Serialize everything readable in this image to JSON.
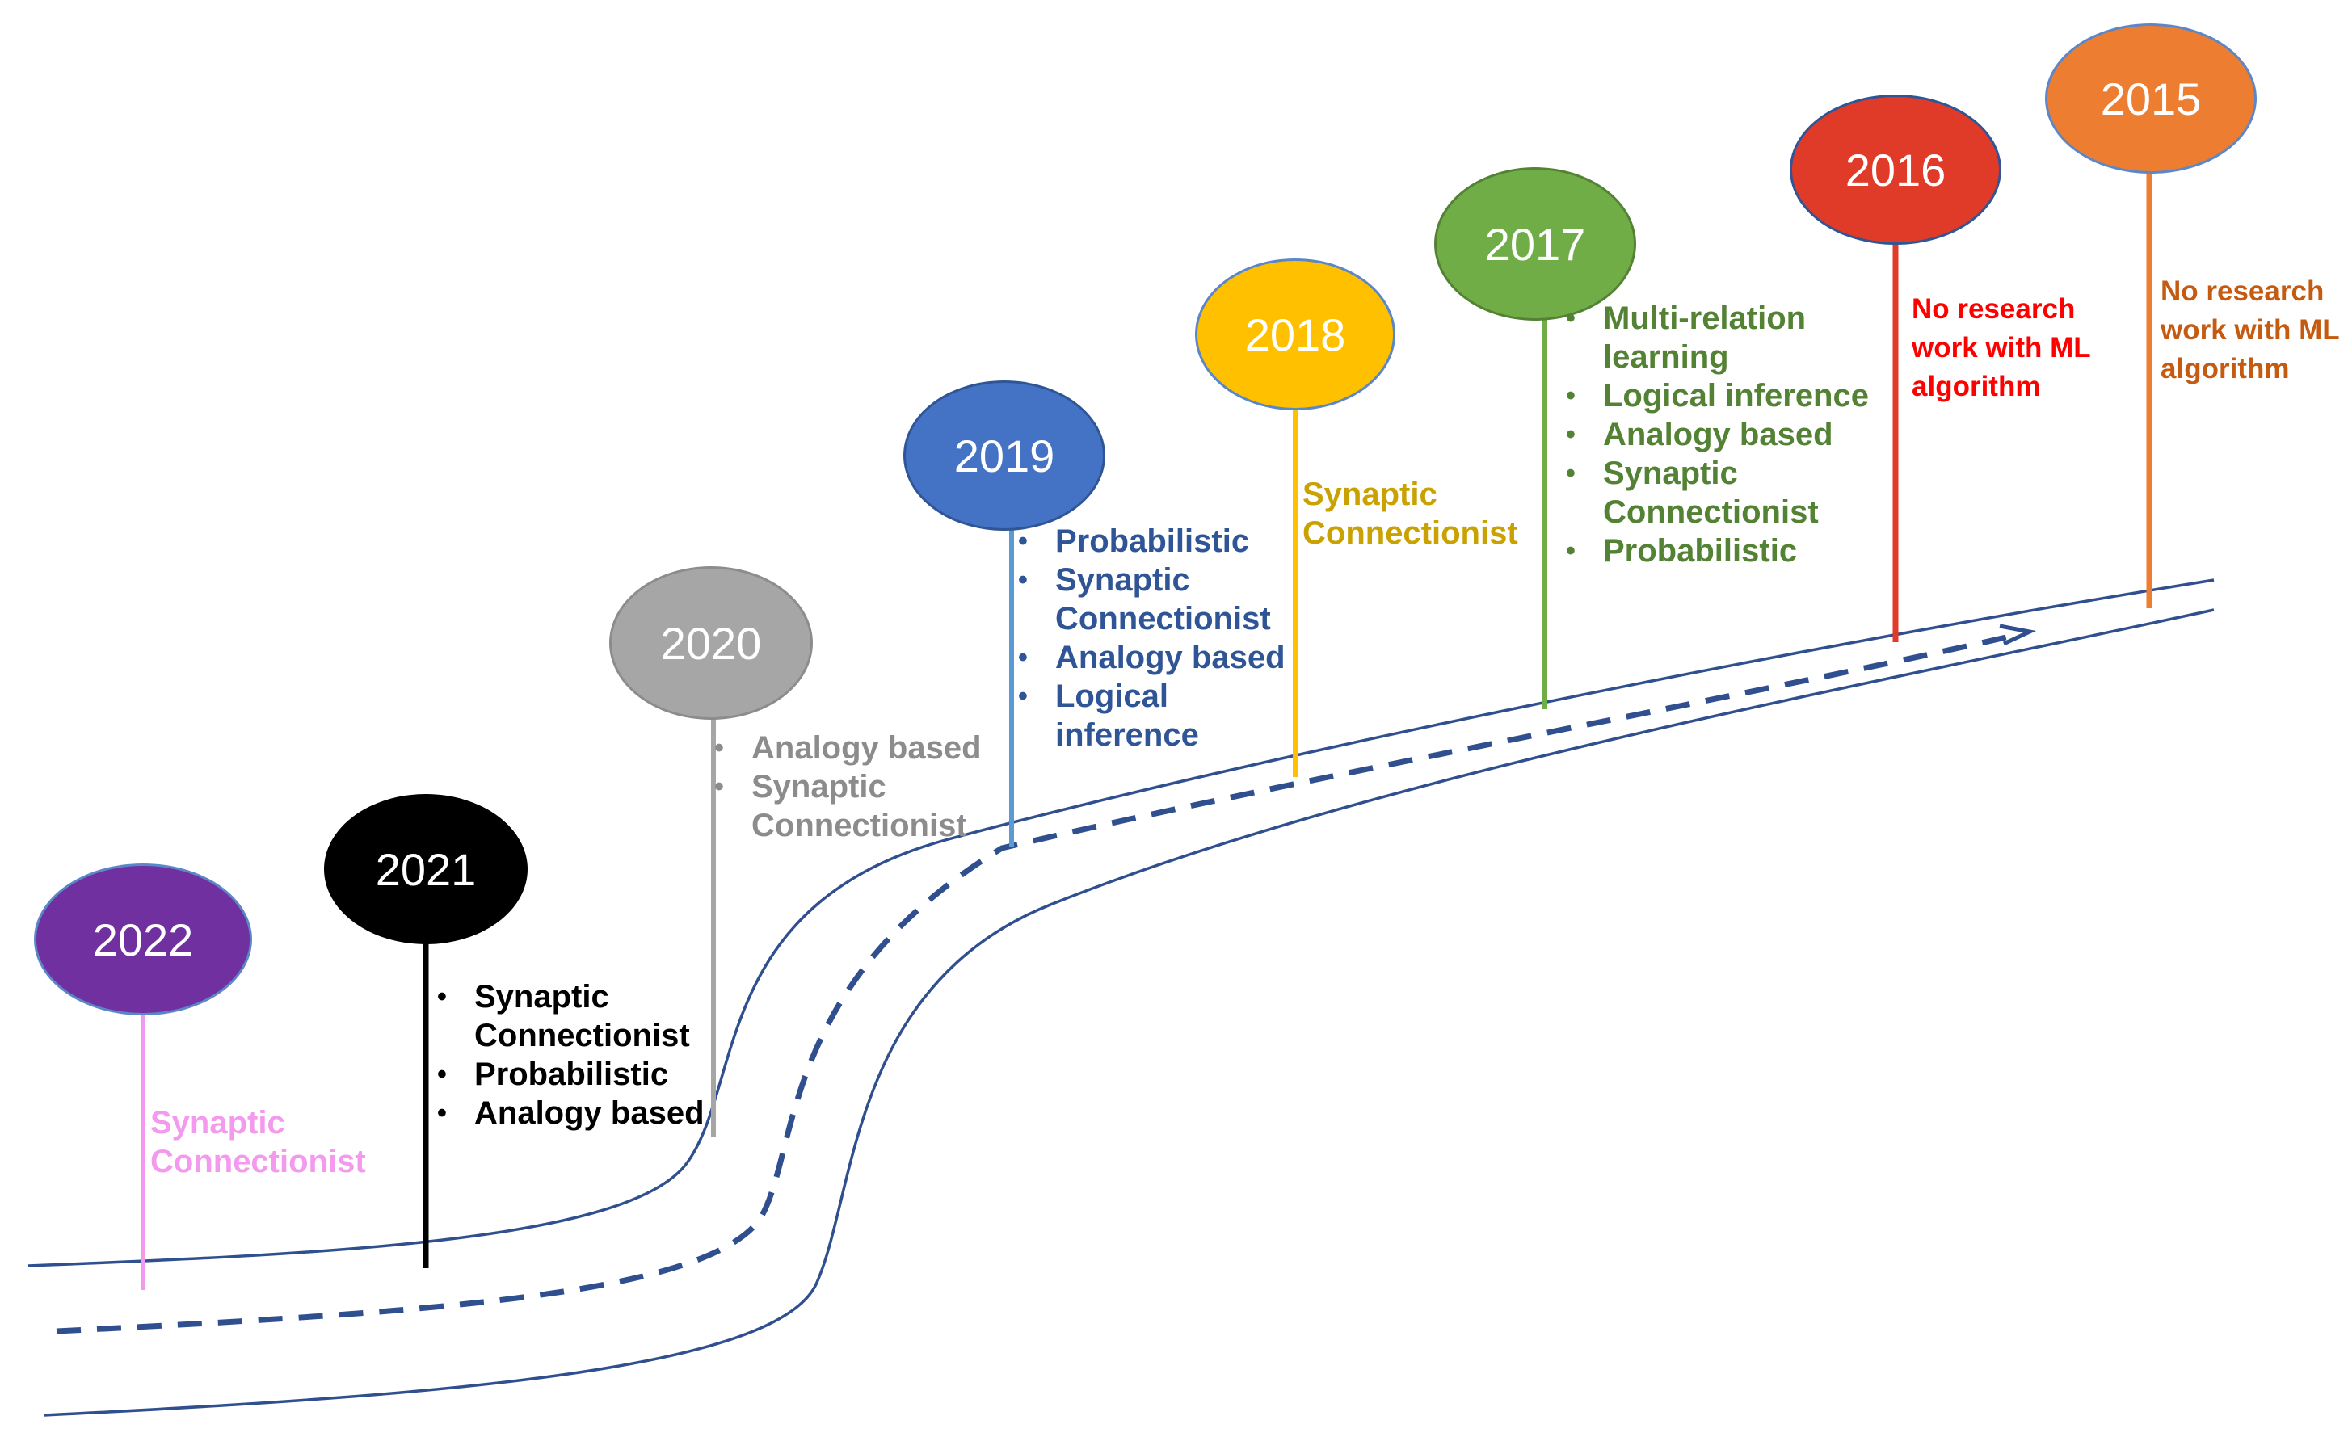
{
  "colors": {
    "road": "#2F4F8F",
    "y2022": "#7030A0",
    "y2022_text": "#F49AEE",
    "y2021": "#000000",
    "y2020": "#A6A6A6",
    "y2020_text": "#8C8C8C",
    "y2019": "#4472C4",
    "y2019_text": "#2F5597",
    "y2018": "#FFC000",
    "y2018_text": "#C9A100",
    "y2017": "#70AD47",
    "y2017_text": "#548235",
    "y2016": "#E03A28",
    "y2016_text": "#FF0000",
    "y2015": "#ED7D31",
    "y2015_text": "#C55A11"
  },
  "milestones": {
    "y2022": {
      "year": "2022",
      "note": [
        "Synaptic",
        "Connectionist"
      ]
    },
    "y2021": {
      "year": "2021",
      "items": [
        "Synaptic Connectionist",
        "Probabilistic",
        "Analogy based"
      ]
    },
    "y2020": {
      "year": "2020",
      "items": [
        "Analogy based",
        "Synaptic Connectionist"
      ]
    },
    "y2019": {
      "year": "2019",
      "items": [
        "Probabilistic",
        "Synaptic Connectionist",
        "Analogy based",
        "Logical inference"
      ]
    },
    "y2018": {
      "year": "2018",
      "note": [
        "Synaptic",
        "Connectionist"
      ]
    },
    "y2017": {
      "year": "2017",
      "items": [
        "Multi-relation learning",
        "Logical inference",
        "Analogy based",
        "Synaptic Connectionist",
        "Probabilistic"
      ]
    },
    "y2016": {
      "year": "2016",
      "note": [
        "No research",
        "work with ML",
        "algorithm"
      ]
    },
    "y2015": {
      "year": "2015",
      "note": [
        "No research",
        "work with ML",
        "algorithm"
      ]
    }
  }
}
